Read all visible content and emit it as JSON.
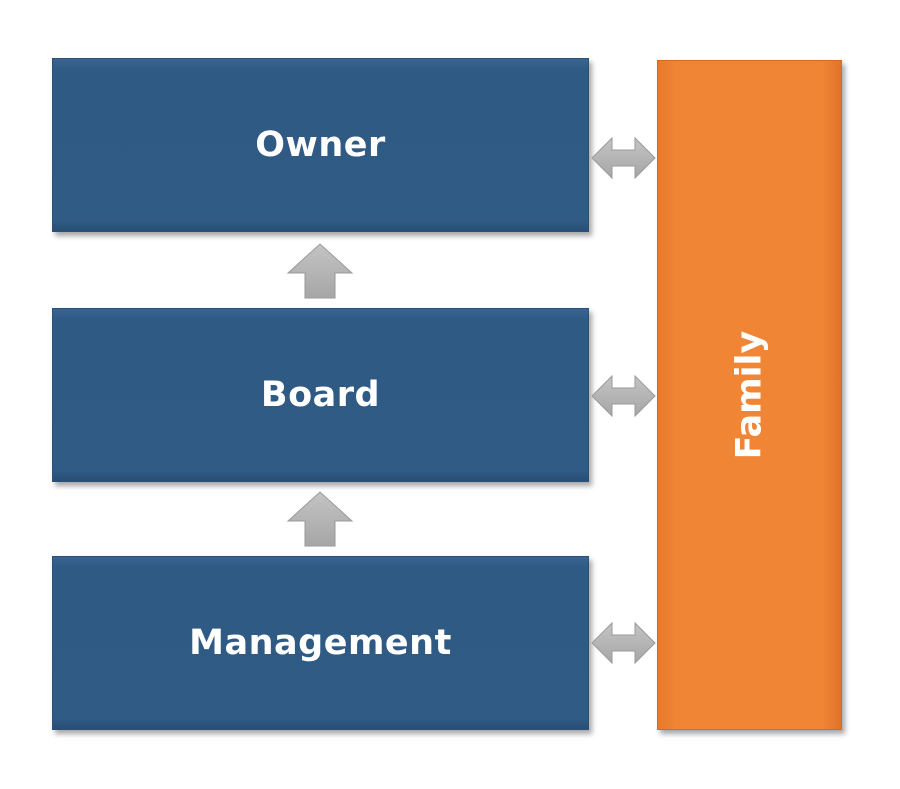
{
  "diagram": {
    "boxes": {
      "owner": "Owner",
      "board": "Board",
      "management": "Management"
    },
    "side_bar": {
      "label": "Family"
    }
  },
  "colors": {
    "box_blue": "#2f5b85",
    "side_orange": "#f08536",
    "arrow_gray": "#b3b3b3",
    "text": "#ffffff"
  }
}
